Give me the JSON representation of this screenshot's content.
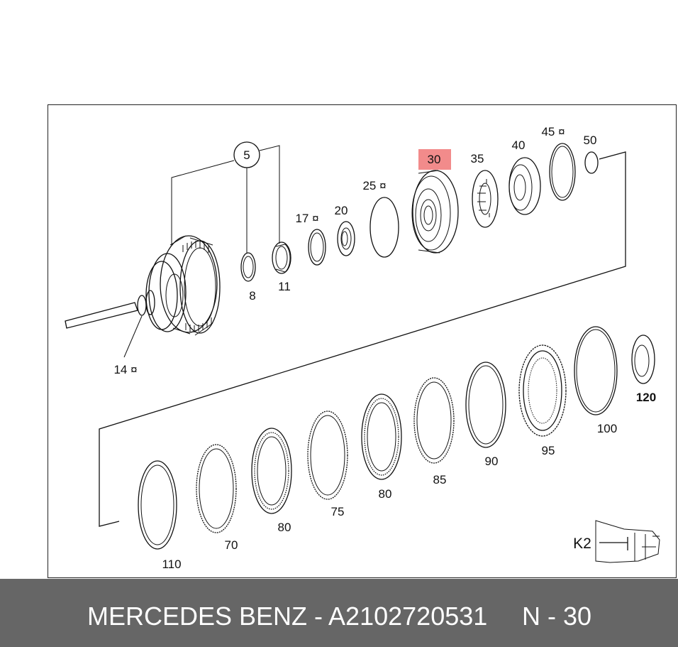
{
  "labels": {
    "l5": "5",
    "l8": "8",
    "l11": "11",
    "l14": "14 ¤",
    "l17": "17 ¤",
    "l20": "20",
    "l25": "25 ¤",
    "l30": "30",
    "l35": "35",
    "l40": "40",
    "l45": "45 ¤",
    "l50": "50",
    "l70": "70",
    "l75": "75",
    "l80a": "80",
    "l80b": "80",
    "l85": "85",
    "l90": "90",
    "l95": "95",
    "l100": "100",
    "l110": "110",
    "l120": "120",
    "k2": "K2"
  },
  "highlight_color": "#f28b8b",
  "footer": {
    "brand": "MERCEDES BENZ - A2102720531",
    "page": "N - 30"
  }
}
